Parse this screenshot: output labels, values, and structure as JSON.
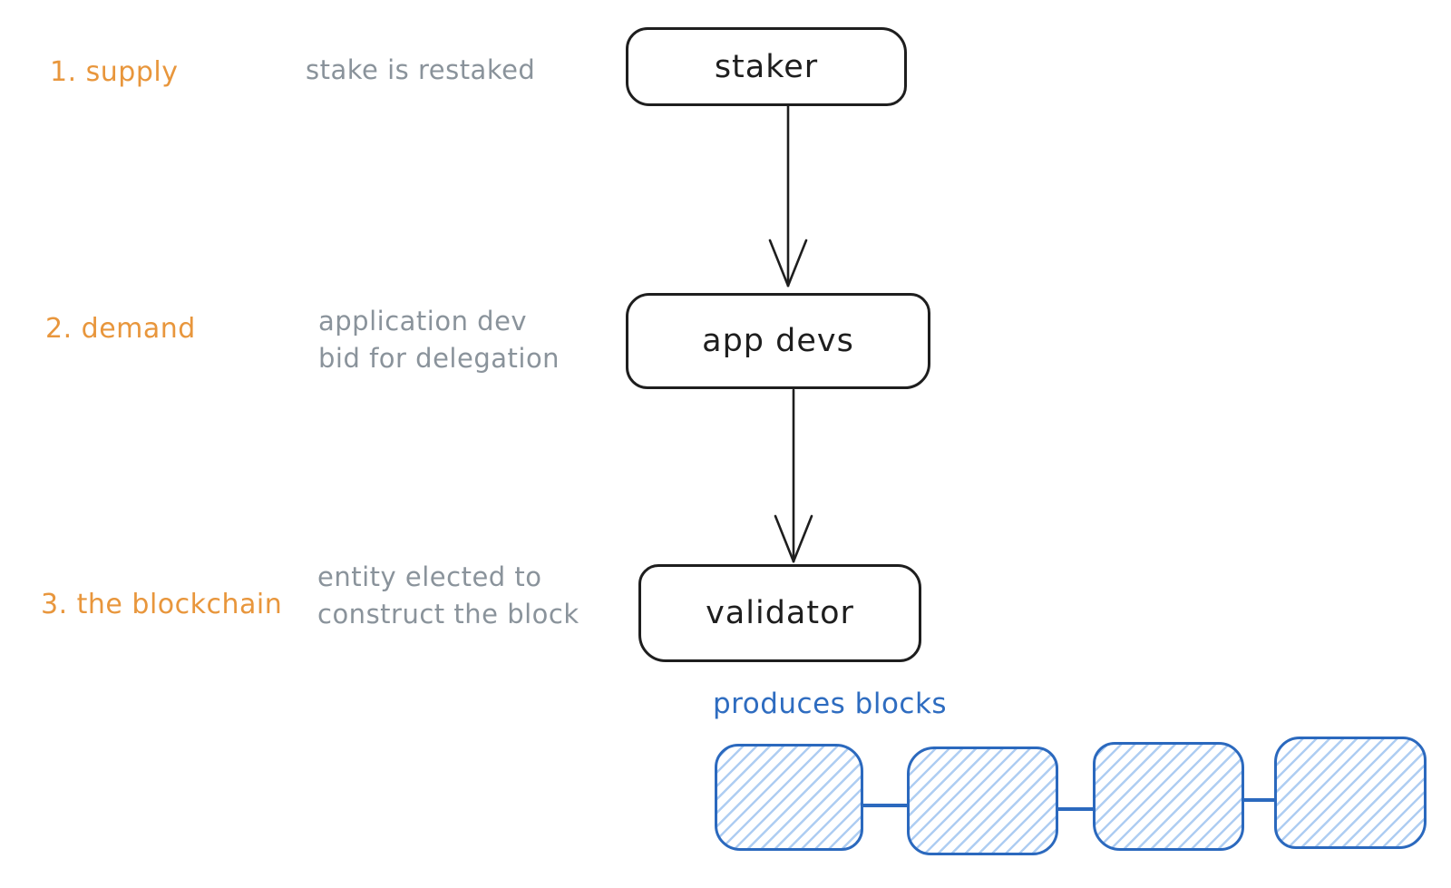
{
  "title": "restaking marketplace diagram",
  "colors": {
    "orange": "#e8963c",
    "gray": "#8a939b",
    "ink": "#1e1e1e",
    "blue": "#2e6cc0",
    "block_border_blue": "#2b69be",
    "hatch_blue": "#aecdf2",
    "background": "#ffffff"
  },
  "steps": [
    {
      "label": "1. supply",
      "annotation_lines": [
        "stake is restaked"
      ],
      "node_label": "staker"
    },
    {
      "label": "2. demand",
      "annotation_lines": [
        "application dev",
        "bid for delegation"
      ],
      "node_label": "app devs"
    },
    {
      "label": "3. the blockchain",
      "annotation_lines": [
        "entity elected to",
        "construct the block"
      ],
      "node_label": "validator"
    }
  ],
  "arrows": [
    {
      "from": "staker",
      "to": "app devs"
    },
    {
      "from": "app devs",
      "to": "validator"
    }
  ],
  "blockchain": {
    "caption": "produces blocks",
    "block_count": 4
  }
}
